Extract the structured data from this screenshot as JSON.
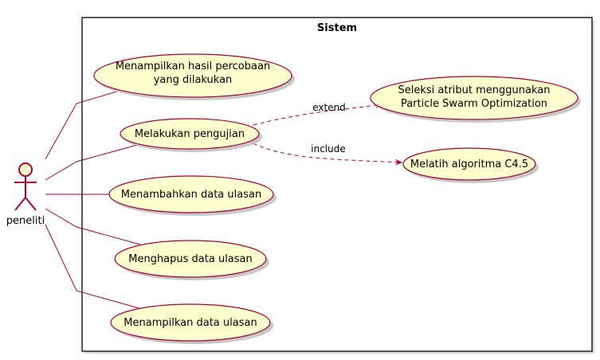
{
  "diagram": {
    "system_label": "Sistem",
    "actor": {
      "name": "peneliti"
    },
    "use_cases": [
      {
        "id": "uc1",
        "lines": [
          "Menampilkan hasil percobaan",
          "yang dilakukan"
        ]
      },
      {
        "id": "uc2",
        "lines": [
          "Melakukan pengujian"
        ]
      },
      {
        "id": "uc3",
        "lines": [
          "Menambahkan data ulasan"
        ]
      },
      {
        "id": "uc4",
        "lines": [
          "Menghapus data ulasan"
        ]
      },
      {
        "id": "uc5",
        "lines": [
          "Menampilkan data ulasan"
        ]
      },
      {
        "id": "uc6",
        "lines": [
          "Seleksi atribut menggunakan",
          "Particle Swarm Optimization"
        ]
      },
      {
        "id": "uc7",
        "lines": [
          "Melatih algoritma C4.5"
        ]
      }
    ],
    "relations": [
      {
        "type": "extend",
        "label": "extend",
        "from": "uc2",
        "to": "uc6"
      },
      {
        "type": "include",
        "label": "include",
        "from": "uc2",
        "to": "uc7"
      }
    ],
    "colors": {
      "usecase_fill": "#FEFECE",
      "line": "#A80036",
      "frame": "#000000",
      "text": "#000000",
      "shadow": "#C8C8C8"
    }
  }
}
